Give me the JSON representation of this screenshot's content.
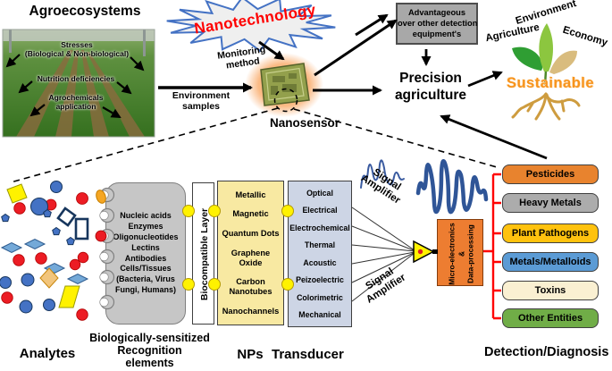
{
  "colors": {
    "nanotech_text": "#FF0000",
    "starburst_outline": "#4472C4",
    "chip_glow": "#F9A35C",
    "advantage_box_bg": "#A8A8A8",
    "recognition_bg": "#C6C6C6",
    "biocompatible_bg": "#FFFFFF",
    "nps_bg": "#F8E9A2",
    "transducer_bg": "#CDD5E5",
    "micro_bg": "#ED7D31",
    "amplifier_fill": "#FFF200",
    "waveform_blue": "#2F5597",
    "connector_red": "#FF0000",
    "connector_dot_yellow": "#FFF200",
    "sustainable_text": "#F7941D"
  },
  "header": {
    "agro_title": "Agroecosystems",
    "photo": {
      "stresses_lines": [
        "Stresses",
        "(Biological & Non-biological)"
      ],
      "nutrition": "Nutrition deficiencies",
      "agrochem_lines": [
        "Agrochemicals",
        "application"
      ]
    },
    "nanotechnology": "Nanotechnology",
    "monitoring_method": "Monitoring method",
    "environment_samples": "Environment samples",
    "nanosensor": "Nanosensor",
    "advantage_lines": [
      "Advantageous",
      "over other detection",
      "equipment's"
    ],
    "precision": "Precision agriculture",
    "sustainable": {
      "environment": "Environment",
      "agriculture": "Agriculture",
      "economy": "Economy",
      "label": "Sustainable"
    }
  },
  "sensor_detail": {
    "analytes_label": "Analytes",
    "recognition": {
      "lines": [
        "Nucleic acids",
        "Enzymes",
        "Oligonucleotides",
        "Lectins",
        "Antibodies",
        "Cells/Tissues",
        "(Bacteria, Virus",
        "Fungi, Humans)"
      ],
      "label_lines": [
        "Biologically-sensitized",
        "Recognition",
        "elements"
      ]
    },
    "biocompatible_label": "Biocompatible Layer",
    "nps": {
      "items": [
        "Metallic",
        "Magnetic",
        "Quantum Dots",
        "Graphene Oxide",
        "Carbon Nanotubes",
        "Nanochannels"
      ],
      "label": "NPs"
    },
    "transducer": {
      "items": [
        "Optical",
        "Electrical",
        "Electrochemical",
        "Thermal",
        "Acoustic",
        "Peizoelectric",
        "Colorimetric",
        "Mechanical"
      ],
      "label": "Transducer"
    },
    "signal_amplifier_upper": "Signal Amplifier",
    "signal_amplifier_lower": "Signal Amplifier",
    "micro_lines": [
      "Micro-electronics",
      "&",
      "Data-processing"
    ],
    "detection": {
      "label": "Detection/Diagnosis",
      "items": [
        {
          "label": "Pesticides",
          "color": "#E8832E"
        },
        {
          "label": "Heavy Metals",
          "color": "#ACACAC"
        },
        {
          "label": "Plant Pathogens",
          "color": "#FFC20E"
        },
        {
          "label": "Metals/Metalloids",
          "color": "#5B9BD5"
        },
        {
          "label": "Toxins",
          "color": "#FAF0D2"
        },
        {
          "label": "Other Entities",
          "color": "#70AD47"
        }
      ]
    }
  }
}
